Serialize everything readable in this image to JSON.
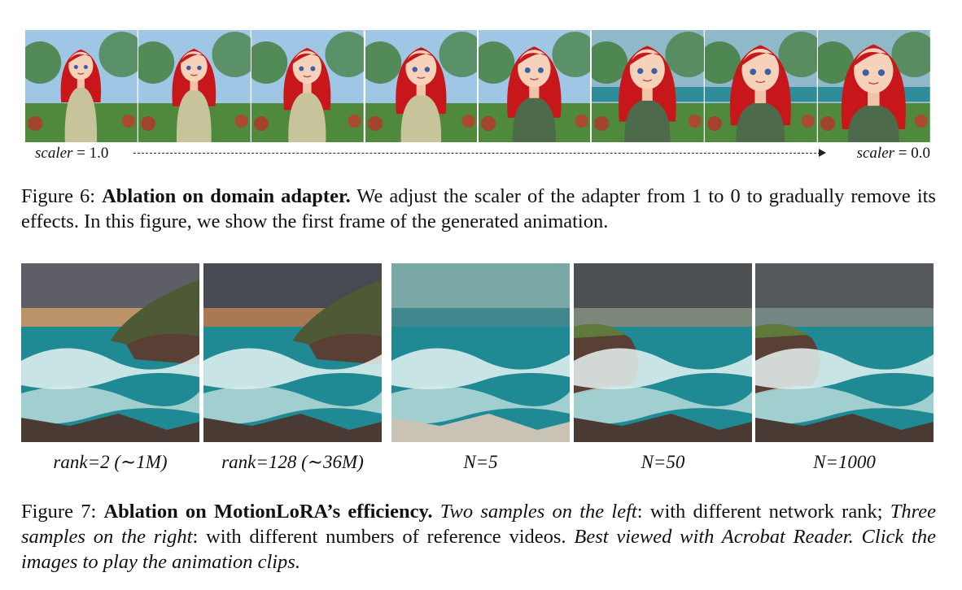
{
  "figure6": {
    "frames": [
      {
        "scaler": "1.0"
      },
      {},
      {},
      {},
      {},
      {},
      {},
      {
        "scaler": "0.0"
      }
    ],
    "left_label_var": "scaler",
    "left_label_eq": " = 1.0",
    "right_label_var": "scaler",
    "right_label_eq": " = 0.0",
    "caption": {
      "prefix": "Figure 6: ",
      "title": "Ablation on domain adapter.",
      "body": " We adjust the scaler of the adapter from 1 to 0 to gradually remove its effects. In this figure, we show the first frame of the generated animation."
    }
  },
  "figure7": {
    "labels": [
      "rank=2 (∼1M)",
      "rank=128 (∼36M)",
      "N=5",
      "N=50",
      "N=1000"
    ],
    "caption": {
      "prefix": "Figure 7: ",
      "title": "Ablation on MotionLoRA’s efficiency.",
      "italic1": " Two samples on the left",
      "text1": ": with different network rank; ",
      "italic2": "Three samples on the right",
      "text2": ": with different numbers of reference videos.",
      "italic3": "  Best viewed with Acrobat Reader. Click the images to play the animation clips."
    }
  },
  "colors": {
    "hair": "#c8171a",
    "foliage": "#3f7a34",
    "sky": "#9fc6e4",
    "ocean": "#1f8a94",
    "storm": "#4a4e55",
    "rock": "#5a4034"
  }
}
